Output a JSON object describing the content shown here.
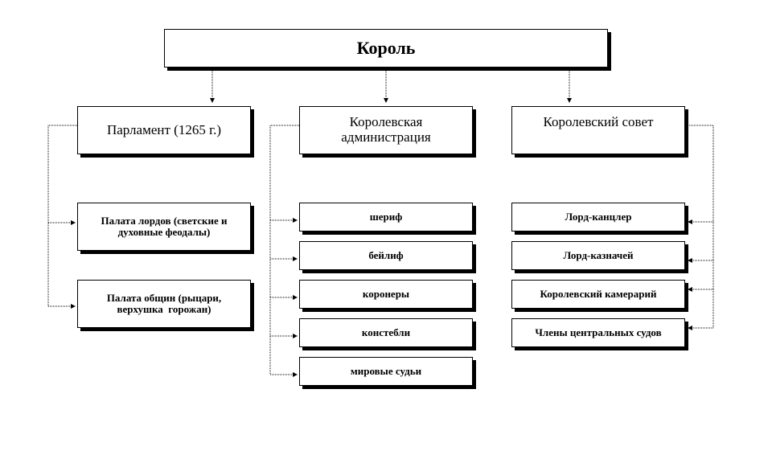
{
  "king": "Король",
  "parliament": {
    "label": "Парламент (1265 г.)",
    "children": [
      "Палата лордов (светские и духовные феодалы)",
      "Палата общин (рыцари, верхушка  горожан)"
    ]
  },
  "administration": {
    "label": "Королевская администрация",
    "children": [
      "шериф",
      "бейлиф",
      "коронеры",
      "констебли",
      "мировые судьи"
    ]
  },
  "council": {
    "label": "Королевский совет",
    "children": [
      "Лорд-канцлер",
      "Лорд-казначей",
      "Королевский камерарий",
      "Члены центральных судов"
    ]
  }
}
